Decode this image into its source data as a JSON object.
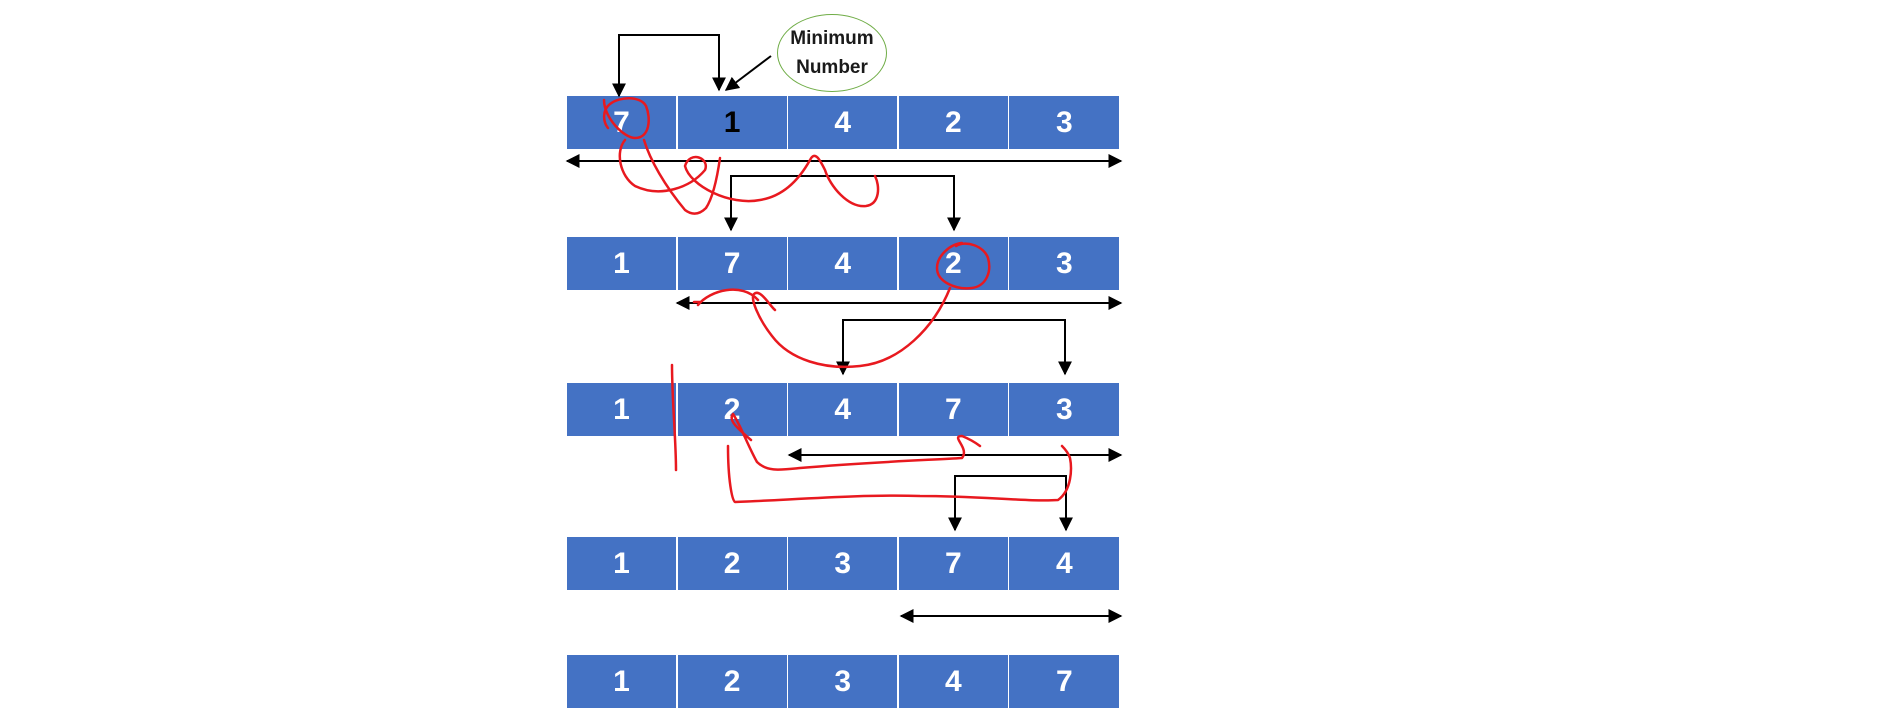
{
  "callout": {
    "line1": "Minimum",
    "line2": "Number"
  },
  "rows": [
    {
      "values": [
        "7",
        "1",
        "4",
        "2",
        "3"
      ],
      "circled_index": 0,
      "dark_index": 1
    },
    {
      "values": [
        "1",
        "7",
        "4",
        "2",
        "3"
      ],
      "circled_index": 3
    },
    {
      "values": [
        "1",
        "2",
        "4",
        "7",
        "3"
      ]
    },
    {
      "values": [
        "1",
        "2",
        "3",
        "7",
        "4"
      ]
    },
    {
      "values": [
        "1",
        "2",
        "3",
        "4",
        "7"
      ]
    }
  ],
  "colors": {
    "cell_fill": "#4472C4",
    "cell_text": "#ffffff",
    "annotation": "#E8191F",
    "arrow": "#000000",
    "callout_border": "#70AD47"
  }
}
